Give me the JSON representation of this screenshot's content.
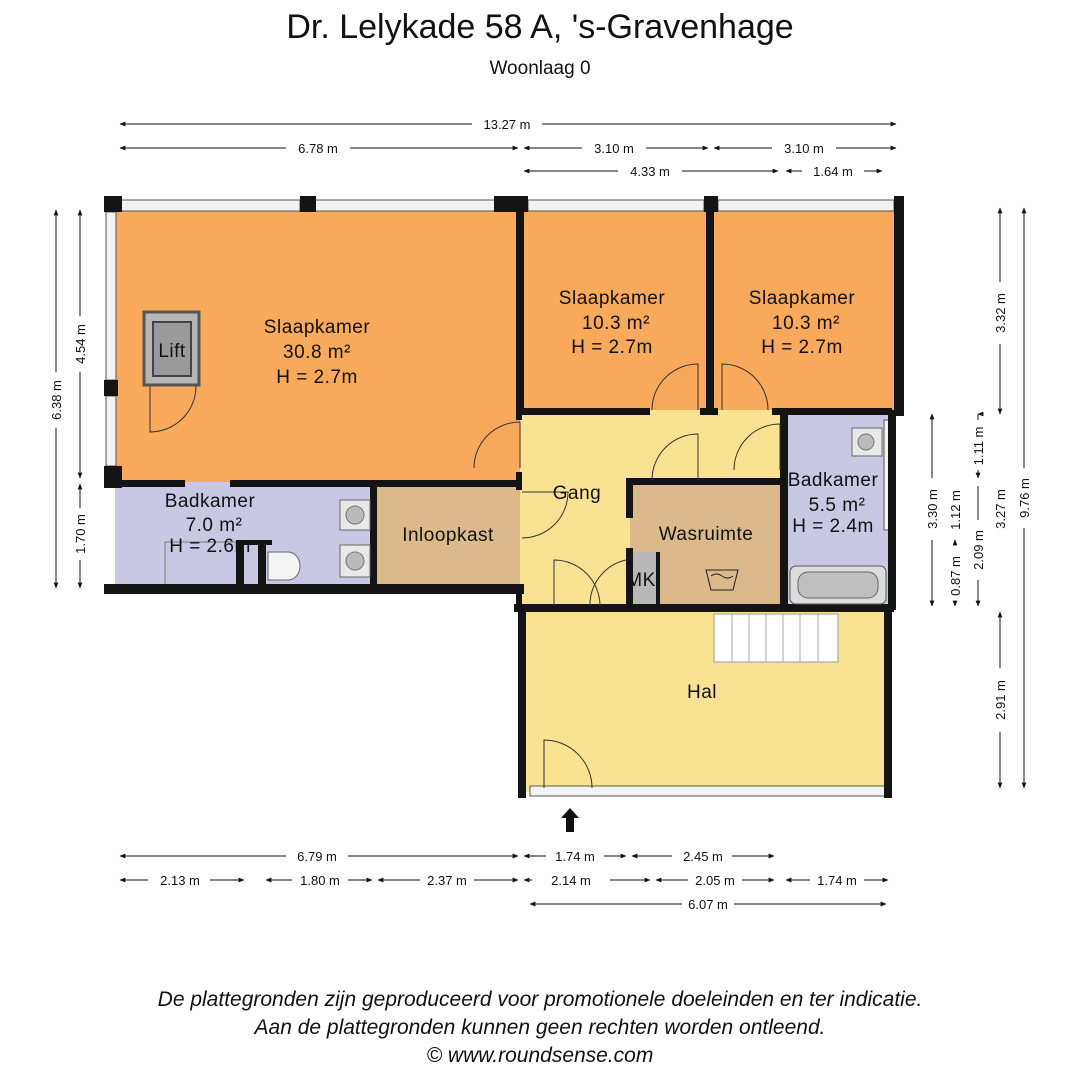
{
  "header": {
    "title": "Dr. Lelykade 58 A, 's-Gravenhage",
    "subtitle": "Woonlaag 0"
  },
  "rooms": {
    "master": {
      "name": "Slaapkamer",
      "area": "30.8 m²",
      "height": "H = 2.7m"
    },
    "bed2": {
      "name": "Slaapkamer",
      "area": "10.3 m²",
      "height": "H = 2.7m"
    },
    "bed3": {
      "name": "Slaapkamer",
      "area": "10.3 m²",
      "height": "H = 2.7m"
    },
    "bath1": {
      "name": "Badkamer",
      "area": "7.0 m²",
      "height": "H = 2.6m"
    },
    "bath2": {
      "name": "Badkamer",
      "area": "5.5 m²",
      "height": "H = 2.4m"
    },
    "lift": "Lift",
    "closet": "Inloopkast",
    "gang": "Gang",
    "laundry": "Wasruimte",
    "mk": "MK",
    "hal": "Hal"
  },
  "dimensions": {
    "top": [
      "13.27 m",
      "6.78 m",
      "3.10 m",
      "3.10 m",
      "4.33 m",
      "1.64 m"
    ],
    "bottom": [
      "6.79 m",
      "1.74 m",
      "2.45 m",
      "2.13 m",
      "1.80 m",
      "2.37 m",
      "2.14 m",
      "2.05 m",
      "1.74 m",
      "6.07 m"
    ],
    "left": [
      "6.38 m",
      "4.54 m",
      "1.70 m"
    ],
    "right": [
      "3.32 m",
      "3.30 m",
      "1.11 m",
      "1.12 m",
      "0.87 m",
      "2.09 m",
      "3.27 m",
      "9.76 m",
      "2.91 m"
    ]
  },
  "colors": {
    "bedroom": "#f8a95b",
    "bathroom": "#c8c8e4",
    "closet": "#dcb98a",
    "hall": "#f9e392",
    "wall": "#141414"
  },
  "footer": {
    "line1": "De plattegronden zijn geproduceerd voor promotionele doeleinden en ter indicatie.",
    "line2": "Aan de plattegronden kunnen geen rechten worden ontleend.",
    "line3": "© www.roundsense.com"
  }
}
